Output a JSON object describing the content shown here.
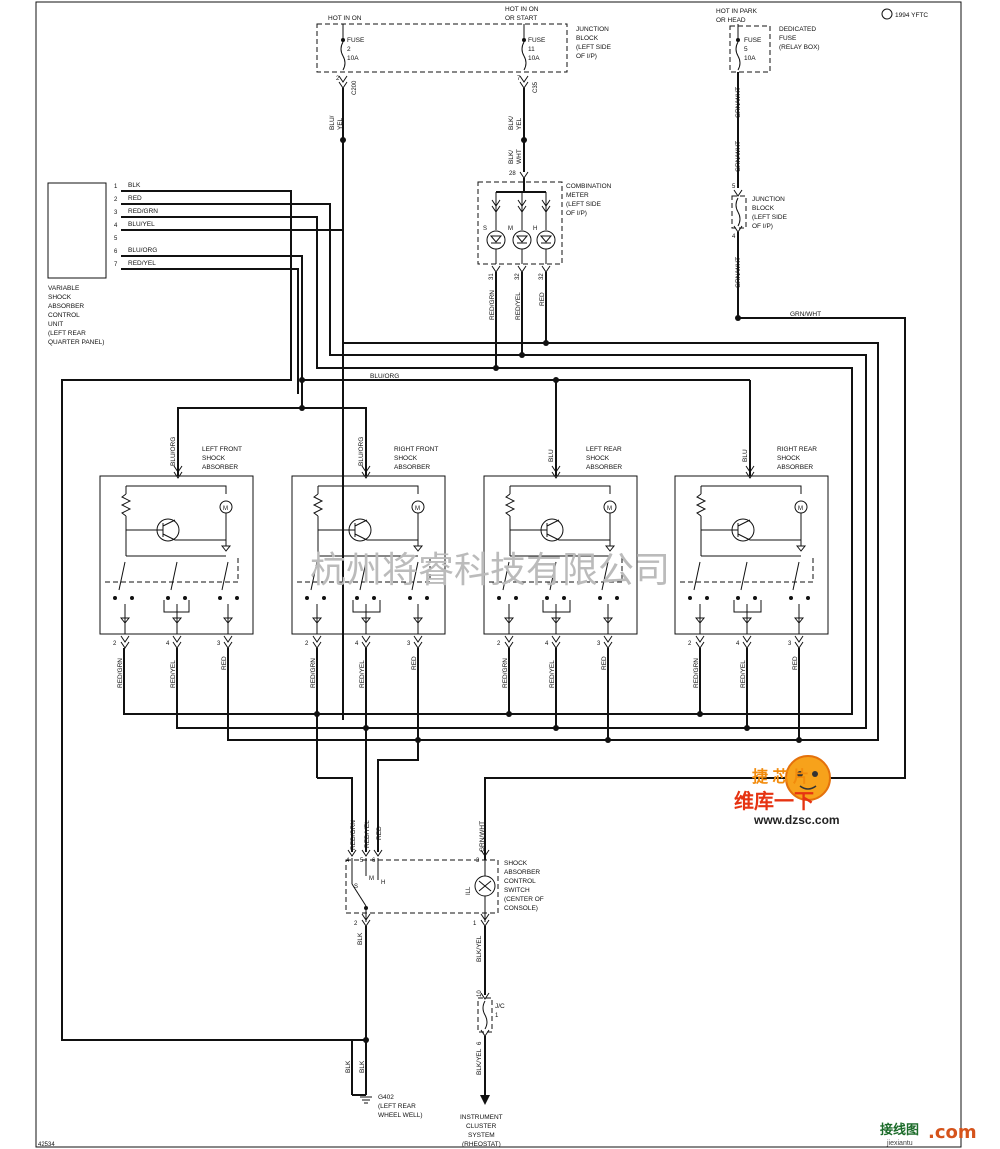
{
  "copyright": "1994 YFTC",
  "doc_id": "42534",
  "watermark": "杭州将睿科技有限公司",
  "logo": {
    "line1": "捷 芯 片",
    "line2": "维库一下",
    "url": "www.dzsc.com"
  },
  "footer_logo": {
    "main": "接线图",
    "dot_com": ".com",
    "sub": "jiexiantu"
  },
  "top": {
    "hot_a": "HOT IN ON",
    "hot_b1": "HOT IN ON",
    "hot_b2": "OR START",
    "hot_c1": "HOT IN PARK",
    "hot_c2": "OR HEAD",
    "fuse": "FUSE",
    "fuse2": "2",
    "fuse11": "11",
    "fuse5": "5",
    "amp": "10A",
    "jb1": [
      "JUNCTION",
      "BLOCK",
      "(LEFT SIDE",
      "OF I/P)"
    ],
    "df": [
      "DEDICATED",
      "FUSE",
      "(RELAY BOX)"
    ],
    "c200": "C200",
    "c35": "C35",
    "blu": "BLU/",
    "yel": "YEL",
    "blk": "BLK/",
    "yel2": "YEL",
    "grnwht": "GRN/WHT",
    "grnwht2": "GRN/WHT",
    "p2": "2",
    "p7": "7"
  },
  "meter": {
    "label": [
      "COMBINATION",
      "METER",
      "(LEFT SIDE",
      "OF I/P)"
    ],
    "in_wire": "BLK/",
    "in_wire2": "WHT",
    "in_pin": "28",
    "leds": [
      "S",
      "M",
      "H"
    ],
    "pins": [
      "31",
      "32",
      "32"
    ],
    "wires": [
      "RED/GRN",
      "RED/YEL",
      "RED"
    ]
  },
  "jb2": {
    "label": [
      "JUNCTION",
      "BLOCK",
      "(LEFT SIDE",
      "OF I/P)"
    ],
    "p1": "5",
    "p2": "4",
    "wire_in": "GRN/WHT",
    "wire_out": "GRN/WHT",
    "wire_main": "GRN/WHT"
  },
  "ecu": {
    "label": [
      "VARIABLE",
      "SHOCK",
      "ABSORBER",
      "CONTROL",
      "UNIT",
      "(LEFT REAR",
      "QUARTER PANEL)"
    ],
    "pins": [
      "1",
      "2",
      "3",
      "4",
      "5",
      "6",
      "7"
    ],
    "wires": [
      "BLK",
      "RED",
      "RED/GRN",
      "BLU/YEL",
      "",
      "BLU/ORG",
      "RED/YEL"
    ]
  },
  "bus": "BLU/ORG",
  "shocks": [
    {
      "name": [
        "LEFT FRONT",
        "SHOCK",
        "ABSORBER"
      ],
      "in": "BLU/ORG",
      "outs": [
        "RED/GRN",
        "RED/YEL",
        "RED"
      ],
      "pins": [
        "2",
        "4",
        "3"
      ]
    },
    {
      "name": [
        "RIGHT FRONT",
        "SHOCK",
        "ABSORBER"
      ],
      "in": "BLU/ORG",
      "outs": [
        "RED/GRN",
        "RED/YEL",
        "RED"
      ],
      "pins": [
        "2",
        "4",
        "3"
      ]
    },
    {
      "name": [
        "LEFT REAR",
        "SHOCK",
        "ABSORBER"
      ],
      "in": "BLU",
      "outs": [
        "RED/GRN",
        "RED/YEL",
        "RED"
      ],
      "pins": [
        "2",
        "4",
        "3"
      ]
    },
    {
      "name": [
        "RIGHT REAR",
        "SHOCK",
        "ABSORBER"
      ],
      "in": "BLU",
      "outs": [
        "RED/GRN",
        "RED/YEL",
        "RED"
      ],
      "pins": [
        "2",
        "4",
        "3"
      ]
    }
  ],
  "switch": {
    "label": [
      "SHOCK",
      "ABSORBER",
      "CONTROL",
      "SWITCH",
      "(CENTER OF",
      "CONSOLE)"
    ],
    "wires": [
      "RED/GRN",
      "RED/YEL",
      "RED",
      "GRN/WHT"
    ],
    "pins": [
      "4",
      "5",
      "6",
      "3"
    ],
    "pos": [
      "S",
      "M",
      "H"
    ],
    "ill": "ILL",
    "out_wire": "BLK",
    "out_pin": "2",
    "blk_yel": "BLK/YEL",
    "blk_yel_pin": "1"
  },
  "jc": {
    "label": "J/C",
    "p1": "10",
    "p2": "1",
    "p3": "6",
    "wire": "BLK/YEL"
  },
  "ground": {
    "label": [
      "G402",
      "(LEFT REAR",
      "WHEEL WELL)"
    ],
    "w1": "BLK",
    "w2": "BLK"
  },
  "cluster": {
    "label": [
      "INSTRUMENT",
      "CLUSTER",
      "SYSTEM",
      "(RHEOSTAT)"
    ]
  }
}
